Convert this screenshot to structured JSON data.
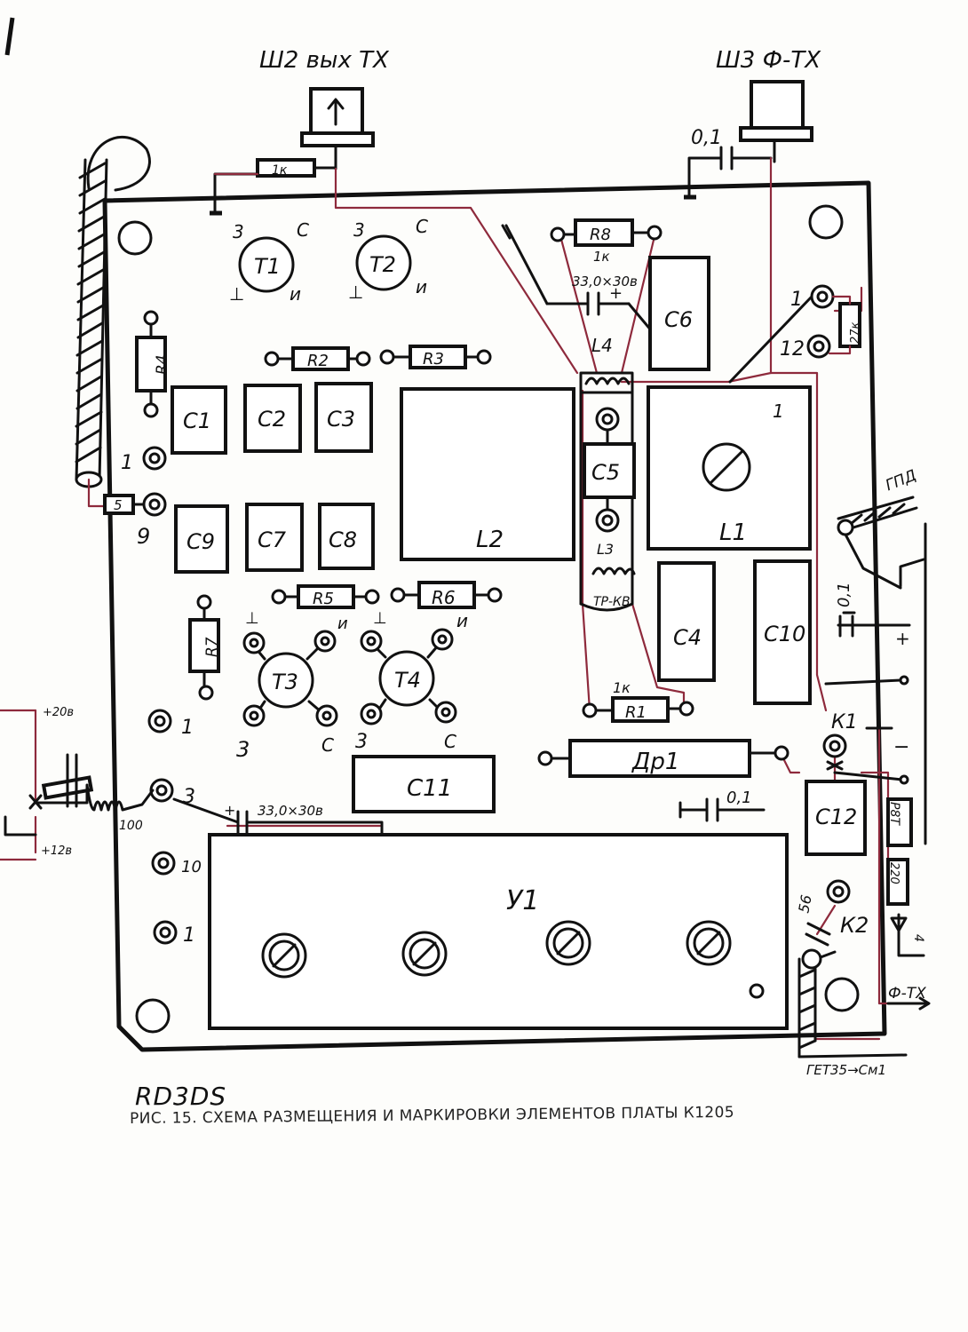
{
  "connectors": {
    "sh2": "Ш2 вых ТХ",
    "sh3": "Ш3 Ф-ТХ"
  },
  "wire_labels": {
    "res_1k_top": "1к",
    "cap_01_top": "0,1",
    "gpd": "ГПД",
    "plus20": "+20в",
    "plus12": "+12в",
    "coil_100": "100",
    "cap_330_bottom": "33,0×30в",
    "cap_01_mid": "0,1",
    "cap_01_bottom": "0,1",
    "cap_56": "56",
    "res_220": "220",
    "res_27k": "27к",
    "diode_4": "4",
    "phi_tx": "Ф-ТХ",
    "get35": "ГЕТ35→См1",
    "r8t": "Р8Т",
    "plus": "+",
    "minus": "−"
  },
  "transistors": {
    "t1": "Т1",
    "t2": "Т2",
    "t3": "Т3",
    "t4": "Т4",
    "z": "3",
    "c": "С",
    "u": "и",
    "g": "⊥"
  },
  "resistors": {
    "r1": "R1",
    "r2": "R2",
    "r3": "R3",
    "r4": "R4",
    "r5": "R5",
    "r6": "R6",
    "r7": "R7",
    "r8": "R8",
    "r8_value": "1к",
    "r1_value": "1к",
    "r_5": "5"
  },
  "capacitors": {
    "c1": "С1",
    "c2": "С2",
    "c3": "С3",
    "c4": "С4",
    "c5": "С5",
    "c6": "С6",
    "c7": "С7",
    "c8": "С8",
    "c9": "С9",
    "c10": "С10",
    "c11": "С11",
    "c12": "С12",
    "c_330_top": "33,0×30в"
  },
  "inductors": {
    "l1": "L1",
    "l2": "L2",
    "l3": "L3",
    "l4": "L4",
    "tr_kv": "ТР-КВ",
    "dr1": "Др1",
    "u1": "У1"
  },
  "relays": {
    "k1": "К1",
    "k2": "К2"
  },
  "pins": {
    "p1_left_top": "1",
    "p9": "9",
    "p1_left_mid": "1",
    "p3": "3",
    "p10": "10",
    "p1_left_bottom": "1",
    "p1_right": "1",
    "p12_right": "12",
    "l1_pin": "1"
  },
  "signature": "RD3DS",
  "caption": "РИС. 15. СХЕМА РАЗМЕЩЕНИЯ И МАРКИРОВКИ ЭЛЕМЕНТОВ ПЛАТЫ К1205"
}
